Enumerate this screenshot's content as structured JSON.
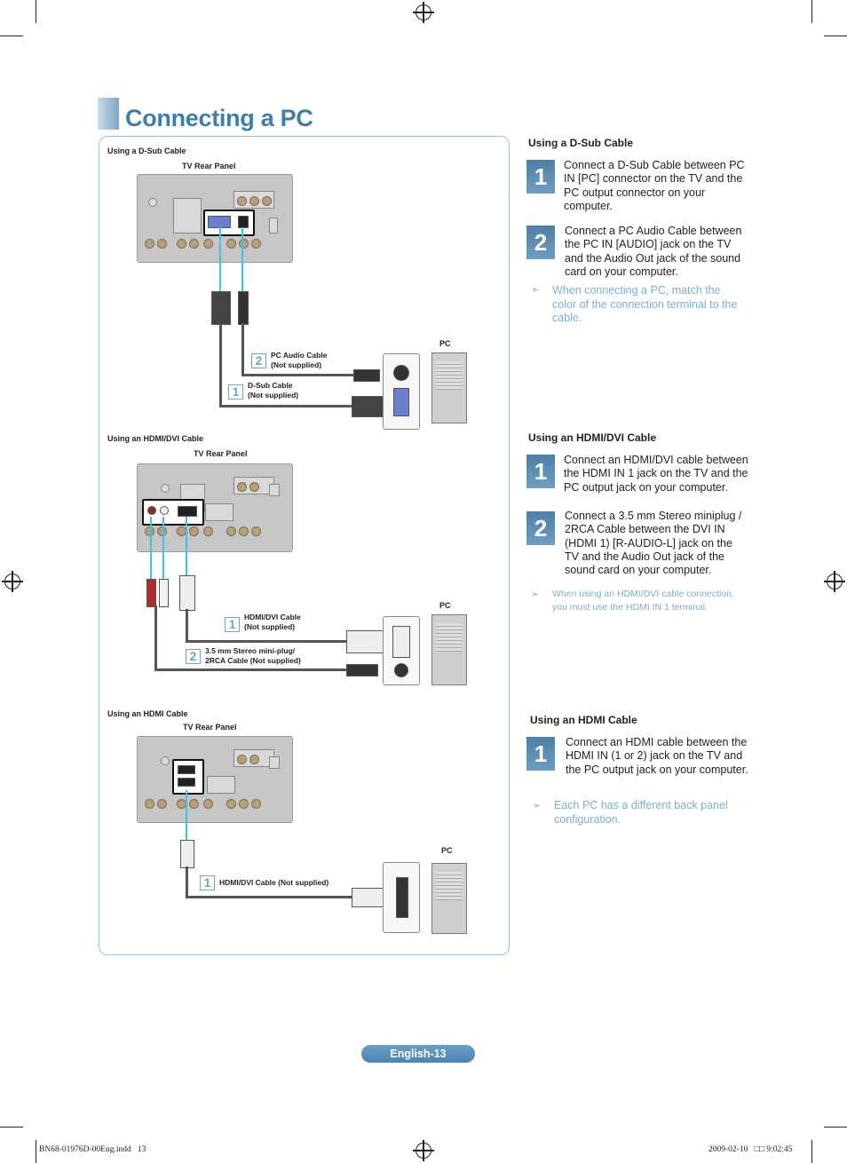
{
  "title": "Connecting a PC",
  "diagrams": {
    "dsub": {
      "section_label": "Using a D-Sub Cable",
      "panel_label": "TV Rear Panel",
      "pc_label": "PC",
      "cable1_num": "1",
      "cable1_label_l1": "D-Sub Cable",
      "cable1_label_l2": "(Not supplied)",
      "cable2_num": "2",
      "cable2_label_l1": "PC Audio Cable",
      "cable2_label_l2": "(Not supplied)"
    },
    "hdmi_dvi": {
      "section_label": "Using an HDMI/DVI Cable",
      "panel_label": "TV Rear Panel",
      "pc_label": "PC",
      "cable1_num": "1",
      "cable1_label_l1": "HDMI/DVI Cable",
      "cable1_label_l2": "(Not supplied)",
      "cable2_num": "2",
      "cable2_label_l1": "3.5 mm Stereo mini-plug/",
      "cable2_label_l2": "2RCA Cable (Not supplied)"
    },
    "hdmi": {
      "section_label": "Using an HDMI Cable",
      "panel_label": "TV Rear Panel",
      "pc_label": "PC",
      "cable1_num": "1",
      "cable1_label": "HDMI/DVI Cable (Not supplied)"
    }
  },
  "instructions": {
    "dsub": {
      "heading": "Using a D-Sub Cable",
      "steps": [
        {
          "num": "1",
          "text": "Connect a D-Sub Cable between PC IN [PC] connector on the TV and the PC output connector on your computer."
        },
        {
          "num": "2",
          "text": "Connect a PC Audio Cable between the PC IN [AUDIO] jack on the TV and the Audio Out jack of the sound card on your computer."
        }
      ],
      "note": "When connecting a PC, match the color of the connection terminal to the cable."
    },
    "hdmi_dvi": {
      "heading": "Using an HDMI/DVI Cable",
      "steps": [
        {
          "num": "1",
          "text": "Connect an HDMI/DVI cable between the HDMI IN 1 jack on the TV and the PC output jack on your computer."
        },
        {
          "num": "2",
          "text": "Connect a 3.5 mm Stereo miniplug / 2RCA Cable between the DVI IN (HDMI 1) [R-AUDIO-L] jack on the TV and the Audio Out jack of the sound card on your computer."
        }
      ],
      "note": "When using an HDMI/DVI cable connection, you must use the HDMI IN 1 terminal."
    },
    "hdmi": {
      "heading": "Using an HDMI Cable",
      "steps": [
        {
          "num": "1",
          "text": "Connect an HDMI cable between the HDMI IN (1 or 2) jack on the TV and the PC output jack on your computer."
        }
      ],
      "note": "Each PC has a different back panel configuration."
    }
  },
  "note_glyph": "➣",
  "page_label": "English-13",
  "footer": {
    "file": "BN68-01976D-00Eng.indd   13",
    "datetime": "2009-02-10   □□ 9:02:45"
  },
  "colors": {
    "title": "#3d7fa9",
    "accent": "#5b8db3",
    "note": "#7aaecd",
    "cable_blue": "#3cc3e8",
    "box_border": "#8fc3de"
  }
}
